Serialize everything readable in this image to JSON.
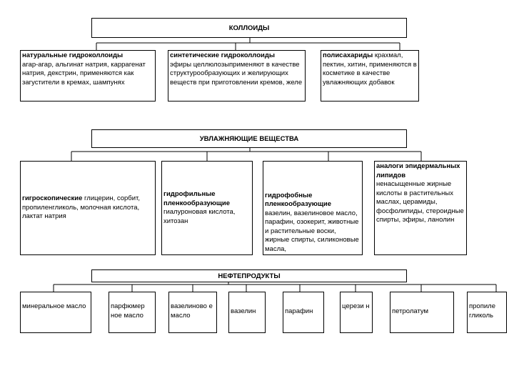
{
  "colloids": {
    "title": "КОЛЛОИДЫ",
    "natural": {
      "heading": "натуральные гидроколлоиды",
      "text": "агар-агар, альгинат натрия, каррагенат натрия, декстрин, применяются как загустители в кремах, шампунях"
    },
    "synthetic": {
      "heading": "синтетические гидроколлоиды",
      "text": "эфиры целлюлозыприменяют в качестве структурообразующих и желирующих веществ при приготовлении кремов, желе"
    },
    "polysaccharides": {
      "heading": "полисахариды",
      "text": " крахмал, пектин, хитин, применяются в косметике в качестве увлажняющих добавок"
    }
  },
  "moisturizers": {
    "title": "УВЛАЖНЯЮЩИЕ ВЕЩЕСТВА",
    "hygroscopic": {
      "heading": "гигроскопические",
      "text": " глицерин, сорбит, пропиленгликоль, молочная кислота, лактат натрия"
    },
    "hydrophilic": {
      "heading": "гидрофильные пленкообразующие",
      "text": "гиалуроновая кислота, хитозан"
    },
    "hydrophobic": {
      "heading": "гидрофобные пленкообразующие",
      "text": "вазелин, вазелиновое масло, парафин, озокерит, животные и растительные воски, жирные спирты, силиконовые масла,"
    },
    "lipid_analogs": {
      "heading": "аналоги эпидермальных липидов",
      "text": "ненасыщенные жирные кислоты в растительных маслах, церамиды, фосфолипиды, стероидные спирты, эфиры, ланолин"
    }
  },
  "petroleum": {
    "title": "НЕФТЕПРОДУКТЫ",
    "items": [
      "минеральное масло",
      "парфюмер ное масло",
      "вазелиново е масло",
      "вазелин",
      "парафин",
      "церези н",
      "петролатум",
      "пропиле гликоль"
    ]
  }
}
